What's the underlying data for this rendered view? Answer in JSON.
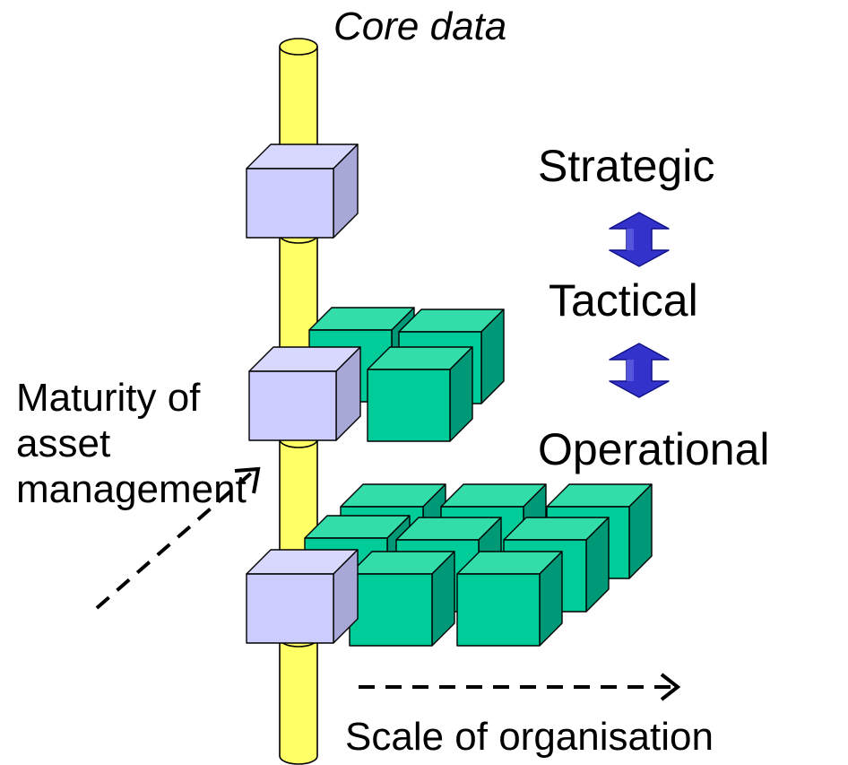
{
  "labels": {
    "core": "Core data",
    "strategic": "Strategic",
    "tactical": "Tactical",
    "operational": "Operational",
    "maturity": "Maturity of\nasset\nmanagement",
    "scale": "Scale of organisation"
  },
  "colors": {
    "spine_fill": "#ffff66",
    "spine_stroke": "#000000",
    "lavender_front": "#ccccff",
    "lavender_top": "#d8d8ff",
    "lavender_side": "#a8a8d8",
    "green_front": "#00cc99",
    "green_top": "#33ddaa",
    "green_side": "#009977",
    "arrow_blue": "#3333cc",
    "arrow_blue_dark": "#111188"
  },
  "levels": [
    "strategic",
    "tactical",
    "operational"
  ],
  "arrows": [
    {
      "name": "strategic-tactical-arrow",
      "icon": "double-headed-arrow-icon"
    },
    {
      "name": "tactical-operational-arrow",
      "icon": "double-headed-arrow-icon"
    }
  ]
}
